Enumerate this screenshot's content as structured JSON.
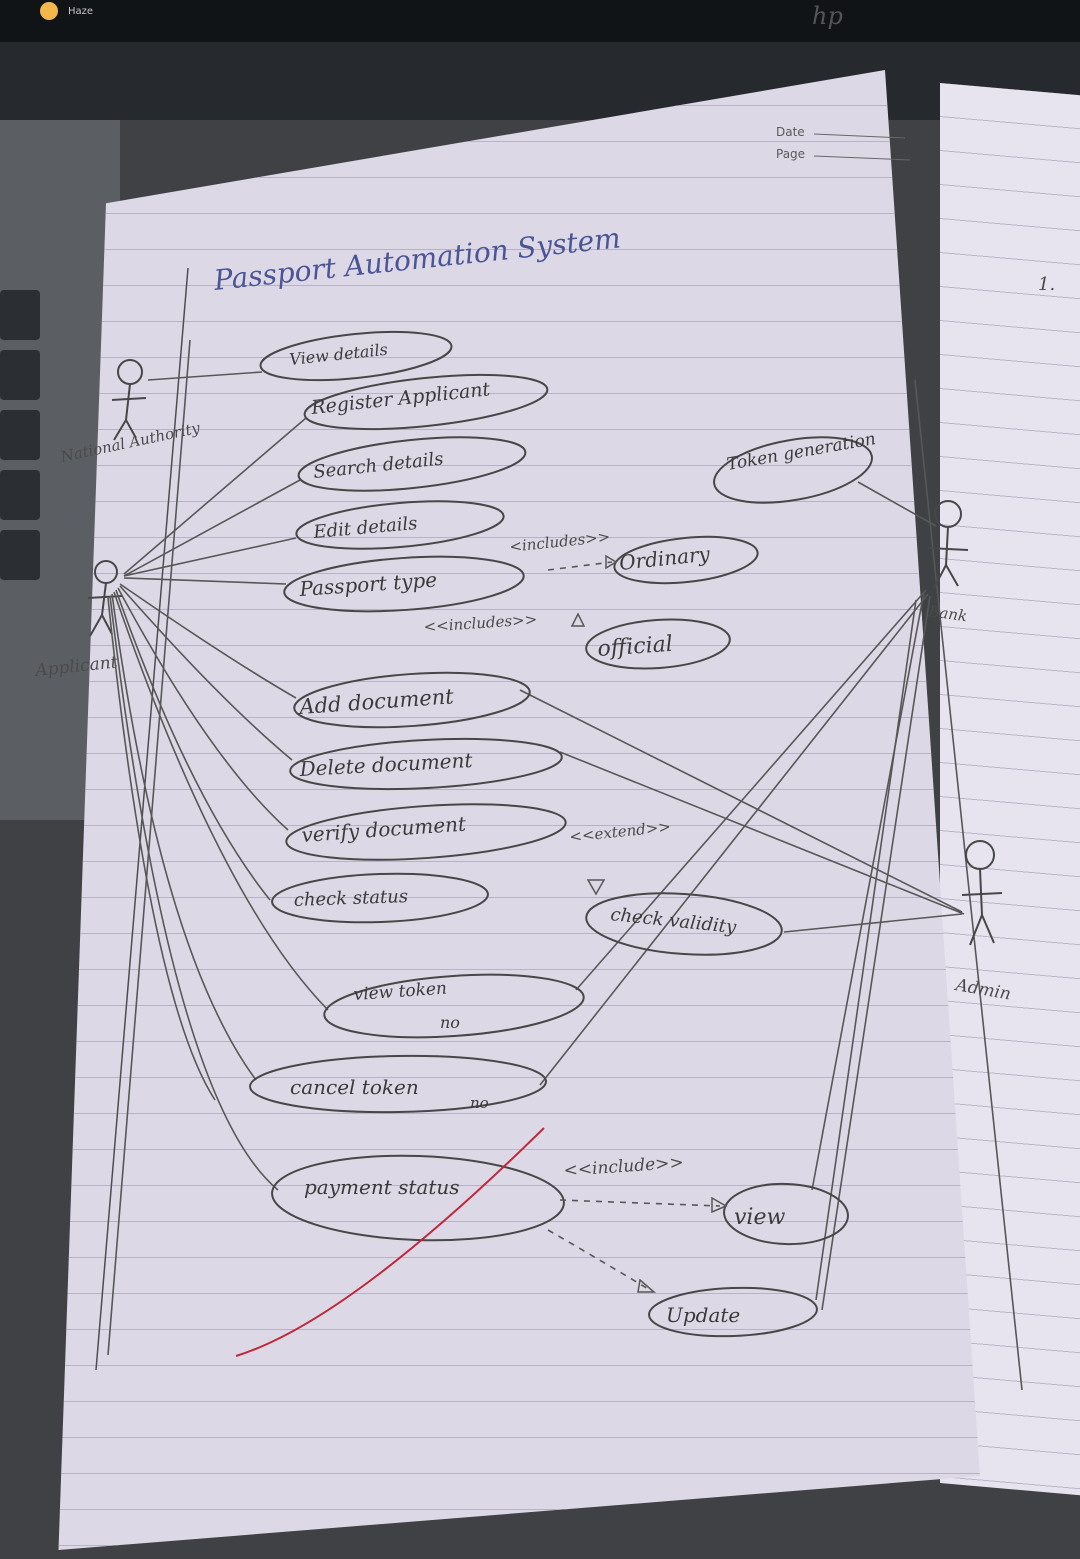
{
  "laptop": {
    "weather_text": "Haze"
  },
  "notebook": {
    "date_label": "Date",
    "page_label": "Page",
    "page_number": "1.",
    "title": "Passport Automation System"
  },
  "actors": {
    "national_authority": "National Authority",
    "applicant": "Applicant",
    "bank": "Bank",
    "admin": "Admin"
  },
  "use_cases": {
    "view_details": "View details",
    "register_applicant": "Register Applicant",
    "search_details": "Search details",
    "edit_details": "Edit details",
    "passport_type": "Passport type",
    "ordinary": "Ordinary",
    "official": "official",
    "token_generation": "Token generation",
    "add_document": "Add document",
    "delete_document": "Delete document",
    "verify_document": "verify document",
    "check_status": "check status",
    "check_validity": "check validity",
    "view_token": "view token",
    "view_token_no": "no",
    "cancel_token": "cancel token",
    "cancel_token_no": "no",
    "payment_status": "payment status",
    "view": "view",
    "update": "Update"
  },
  "relations": {
    "include_ordinary": "<includes>>",
    "include_official": "<<includes>>",
    "extend": "<<extend>>",
    "include_view": "<<include>>"
  },
  "colors": {
    "pencil": "#474747",
    "ink_title": "#4a5496",
    "correction_red": "#c0283a",
    "paper": "#ddd8e6"
  }
}
